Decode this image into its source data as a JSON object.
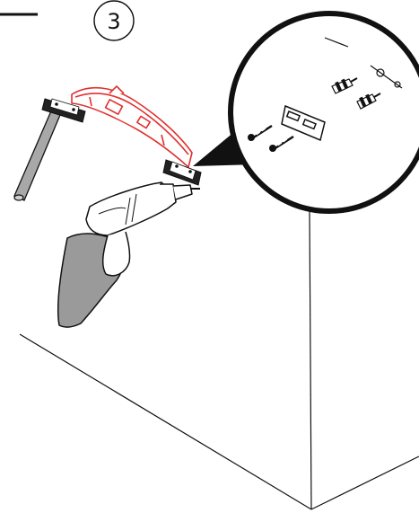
{
  "step": {
    "number": "3"
  },
  "parts": {
    "level_tool": {
      "color": "#e0312f",
      "icon": "spirit-level"
    },
    "wall_brackets": {
      "count": 2,
      "icon": "mounting-bracket"
    },
    "drill": {
      "icon": "power-drill"
    },
    "hand": {
      "icon": "hand-silhouette"
    },
    "pole": {
      "icon": "support-pole"
    }
  },
  "detail_callout": {
    "items": [
      {
        "kind": "mounting-plate",
        "count": 1
      },
      {
        "kind": "wall-plug",
        "count": 2
      },
      {
        "kind": "screw",
        "count": 2
      },
      {
        "kind": "marked-point",
        "count": 1
      }
    ]
  },
  "colors": {
    "line": "#111111",
    "accent": "#e0312f",
    "hand_fill": "#9a9a9a",
    "background": "#ffffff"
  }
}
